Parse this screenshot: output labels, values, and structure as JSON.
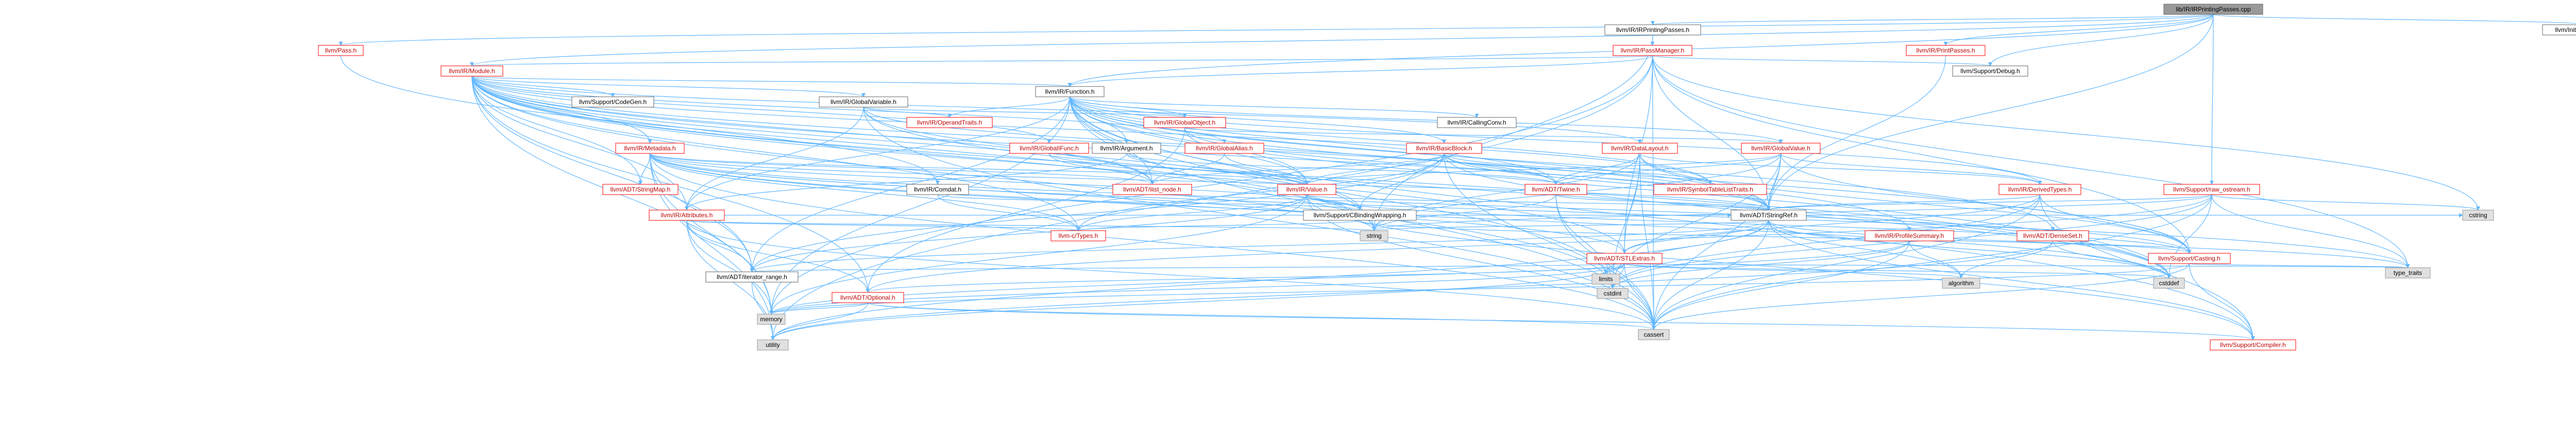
{
  "colors": {
    "root_fill": "#999999",
    "root_border": "#666666",
    "normal_fill": "#ffffff",
    "normal_border": "#666666",
    "red_border": "#ff0000",
    "sys_fill": "#e0e0e0",
    "sys_border": "#999999",
    "edge": "#63b8ff",
    "text": "#000000",
    "red_text": "#bf0000"
  },
  "nodes": [
    {
      "id": "root",
      "label": "lib/IR/IRPrintingPasses.cpp",
      "style": "root"
    },
    {
      "id": "irprintingpasses_h",
      "label": "llvm/IR/IRPrintingPasses.h",
      "style": "normal"
    },
    {
      "id": "printpasses_h",
      "label": "llvm/IR/PrintPasses.h",
      "style": "red"
    },
    {
      "id": "initializepasses_h",
      "label": "llvm/InitializePasses.h",
      "style": "normal"
    },
    {
      "id": "pass_h",
      "label": "llvm/Pass.h",
      "style": "red"
    },
    {
      "id": "passmanager_h",
      "label": "llvm/IR/PassManager.h",
      "style": "red"
    },
    {
      "id": "module_h",
      "label": "llvm/IR/Module.h",
      "style": "red"
    },
    {
      "id": "debug_h",
      "label": "llvm/Support/Debug.h",
      "style": "normal"
    },
    {
      "id": "function_h",
      "label": "llvm/IR/Function.h",
      "style": "normal"
    },
    {
      "id": "codegen_h",
      "label": "llvm/Support/CodeGen.h",
      "style": "normal"
    },
    {
      "id": "globalvariable_h",
      "label": "llvm/IR/GlobalVariable.h",
      "style": "normal"
    },
    {
      "id": "operandtraits_h",
      "label": "llvm/IR/OperandTraits.h",
      "style": "red"
    },
    {
      "id": "globalobject_h",
      "label": "llvm/IR/GlobalObject.h",
      "style": "red"
    },
    {
      "id": "callingconv_h",
      "label": "llvm/IR/CallingConv.h",
      "style": "normal"
    },
    {
      "id": "argument_h",
      "label": "llvm/IR/Argument.h",
      "style": "normal"
    },
    {
      "id": "metadata_h",
      "label": "llvm/IR/Metadata.h",
      "style": "red"
    },
    {
      "id": "globalifunc_h",
      "label": "llvm/IR/GlobalIFunc.h",
      "style": "red"
    },
    {
      "id": "globalalias_h",
      "label": "llvm/IR/GlobalAlias.h",
      "style": "red"
    },
    {
      "id": "basicblock_h",
      "label": "llvm/IR/BasicBlock.h",
      "style": "red"
    },
    {
      "id": "datalayout_h",
      "label": "llvm/IR/DataLayout.h",
      "style": "red"
    },
    {
      "id": "globalvalue_h",
      "label": "llvm/IR/GlobalValue.h",
      "style": "red"
    },
    {
      "id": "raw_ostream_h",
      "label": "llvm/Support/raw_ostream.h",
      "style": "red"
    },
    {
      "id": "stringmap_h",
      "label": "llvm/ADT/StringMap.h",
      "style": "red"
    },
    {
      "id": "attributes_h",
      "label": "llvm/IR/Attributes.h",
      "style": "red"
    },
    {
      "id": "comdat_h",
      "label": "llvm/IR/Comdat.h",
      "style": "normal"
    },
    {
      "id": "ilist_node_h",
      "label": "llvm/ADT/ilist_node.h",
      "style": "red"
    },
    {
      "id": "value_h",
      "label": "llvm/IR/Value.h",
      "style": "red"
    },
    {
      "id": "twine_h",
      "label": "llvm/ADT/Twine.h",
      "style": "red"
    },
    {
      "id": "symboltablelisttraits_h",
      "label": "llvm/IR/SymbolTableListTraits.h",
      "style": "red"
    },
    {
      "id": "derivedtypes_h",
      "label": "llvm/IR/DerivedTypes.h",
      "style": "red"
    },
    {
      "id": "cbindingwrapping_h",
      "label": "llvm/Support/CBindingWrapping.h",
      "style": "normal"
    },
    {
      "id": "stringref_h",
      "label": "llvm/ADT/StringRef.h",
      "style": "normal"
    },
    {
      "id": "ctypes_h",
      "label": "llvm-c/Types.h",
      "style": "red"
    },
    {
      "id": "string_sys",
      "label": "string",
      "style": "sys"
    },
    {
      "id": "stlextras_h",
      "label": "llvm/ADT/STLExtras.h",
      "style": "red"
    },
    {
      "id": "profilesummary_h",
      "label": "llvm/IR/ProfileSummary.h",
      "style": "red"
    },
    {
      "id": "densemap_h",
      "label": "llvm/ADT/DenseSet.h",
      "style": "red"
    },
    {
      "id": "casting_h",
      "label": "llvm/Support/Casting.h",
      "style": "red"
    },
    {
      "id": "cstring_sys",
      "label": "cstring",
      "style": "sys"
    },
    {
      "id": "iterator_range_h",
      "label": "llvm/ADT/iterator_range.h",
      "style": "normal"
    },
    {
      "id": "optional_h",
      "label": "llvm/ADT/Optional.h",
      "style": "red"
    },
    {
      "id": "cstdint_sys",
      "label": "cstdint",
      "style": "sys"
    },
    {
      "id": "limits_sys",
      "label": "limits",
      "style": "sys"
    },
    {
      "id": "algorithm_sys",
      "label": "algorithm",
      "style": "sys"
    },
    {
      "id": "cstddef_sys",
      "label": "cstddef",
      "style": "sys"
    },
    {
      "id": "type_traits_sys",
      "label": "type_traits",
      "style": "sys"
    },
    {
      "id": "memory_sys",
      "label": "memory",
      "style": "sys"
    },
    {
      "id": "utility_sys",
      "label": "utility",
      "style": "sys"
    },
    {
      "id": "cassert_sys",
      "label": "cassert",
      "style": "sys"
    },
    {
      "id": "compiler_h",
      "label": "llvm/Support/Compiler.h",
      "style": "red"
    }
  ],
  "edges": [
    [
      "root",
      "irprintingpasses_h"
    ],
    [
      "root",
      "printpasses_h"
    ],
    [
      "root",
      "initializepasses_h"
    ],
    [
      "root",
      "pass_h"
    ],
    [
      "root",
      "module_h"
    ],
    [
      "root",
      "function_h"
    ],
    [
      "root",
      "debug_h"
    ],
    [
      "root",
      "raw_ostream_h"
    ],
    [
      "root",
      "stringref_h"
    ],
    [
      "irprintingpasses_h",
      "passmanager_h"
    ],
    [
      "irprintingpasses_h",
      "string_sys"
    ],
    [
      "passmanager_h",
      "module_h"
    ],
    [
      "passmanager_h",
      "function_h"
    ],
    [
      "passmanager_h",
      "debug_h"
    ],
    [
      "passmanager_h",
      "stringref_h"
    ],
    [
      "passmanager_h",
      "casting_h"
    ],
    [
      "passmanager_h",
      "memory_sys"
    ],
    [
      "passmanager_h",
      "cstring_sys"
    ],
    [
      "passmanager_h",
      "type_traits_sys"
    ],
    [
      "passmanager_h",
      "utility_sys"
    ],
    [
      "passmanager_h",
      "cassert_sys"
    ],
    [
      "passmanager_h",
      "stlextras_h"
    ],
    [
      "pass_h",
      "string_sys"
    ],
    [
      "printpasses_h",
      "stringref_h"
    ],
    [
      "module_h",
      "function_h"
    ],
    [
      "module_h",
      "codegen_h"
    ],
    [
      "module_h",
      "globalvariable_h"
    ],
    [
      "module_h",
      "metadata_h"
    ],
    [
      "module_h",
      "globalifunc_h"
    ],
    [
      "module_h",
      "globalalias_h"
    ],
    [
      "module_h",
      "stringmap_h"
    ],
    [
      "module_h",
      "attributes_h"
    ],
    [
      "module_h",
      "comdat_h"
    ],
    [
      "module_h",
      "ilist_node_h"
    ],
    [
      "module_h",
      "stringref_h"
    ],
    [
      "module_h",
      "cbindingwrapping_h"
    ],
    [
      "module_h",
      "ctypes_h"
    ],
    [
      "module_h",
      "iterator_range_h"
    ],
    [
      "module_h",
      "optional_h"
    ],
    [
      "module_h",
      "stlextras_h"
    ],
    [
      "module_h",
      "memory_sys"
    ],
    [
      "module_h",
      "cstddef_sys"
    ],
    [
      "module_h",
      "string_sys"
    ],
    [
      "module_h",
      "cstdint_sys"
    ],
    [
      "module_h",
      "datalayout_h"
    ],
    [
      "module_h",
      "symboltablelisttraits_h"
    ],
    [
      "module_h",
      "profilesummary_h"
    ],
    [
      "function_h",
      "operandtraits_h"
    ],
    [
      "function_h",
      "globalobject_h"
    ],
    [
      "function_h",
      "callingconv_h"
    ],
    [
      "function_h",
      "argument_h"
    ],
    [
      "function_h",
      "basicblock_h"
    ],
    [
      "function_h",
      "globalvalue_h"
    ],
    [
      "function_h",
      "attributes_h"
    ],
    [
      "function_h",
      "value_h"
    ],
    [
      "function_h",
      "twine_h"
    ],
    [
      "function_h",
      "derivedtypes_h"
    ],
    [
      "function_h",
      "symboltablelisttraits_h"
    ],
    [
      "function_h",
      "ilist_node_h"
    ],
    [
      "function_h",
      "stringref_h"
    ],
    [
      "function_h",
      "casting_h"
    ],
    [
      "function_h",
      "densemap_h"
    ],
    [
      "function_h",
      "iterator_range_h"
    ],
    [
      "function_h",
      "compiler_h"
    ],
    [
      "function_h",
      "cassert_sys"
    ],
    [
      "function_h",
      "cstddef_sys"
    ],
    [
      "function_h",
      "cstdint_sys"
    ],
    [
      "function_h",
      "memory_sys"
    ],
    [
      "function_h",
      "string_sys"
    ],
    [
      "globalvariable_h",
      "globalobject_h"
    ],
    [
      "globalvariable_h",
      "operandtraits_h"
    ],
    [
      "globalvariable_h",
      "attributes_h"
    ],
    [
      "globalvariable_h",
      "twine_h"
    ],
    [
      "globalvariable_h",
      "ilist_node_h"
    ],
    [
      "globalvariable_h",
      "cassert_sys"
    ],
    [
      "globalvariable_h",
      "cstddef_sys"
    ],
    [
      "globalobject_h",
      "globalvalue_h"
    ],
    [
      "globalobject_h",
      "value_h"
    ],
    [
      "globalobject_h",
      "stringref_h"
    ],
    [
      "globalobject_h",
      "optional_h"
    ],
    [
      "argument_h",
      "attributes_h"
    ],
    [
      "argument_h",
      "value_h"
    ],
    [
      "argument_h",
      "twine_h"
    ],
    [
      "metadata_h",
      "value_h"
    ],
    [
      "metadata_h",
      "stringref_h"
    ],
    [
      "metadata_h",
      "stringmap_h"
    ],
    [
      "metadata_h",
      "ilist_node_h"
    ],
    [
      "metadata_h",
      "iterator_range_h"
    ],
    [
      "metadata_h",
      "stlextras_h"
    ],
    [
      "metadata_h",
      "casting_h"
    ],
    [
      "metadata_h",
      "cbindingwrapping_h"
    ],
    [
      "metadata_h",
      "ctypes_h"
    ],
    [
      "metadata_h",
      "memory_sys"
    ],
    [
      "metadata_h",
      "utility_sys"
    ],
    [
      "metadata_h",
      "string_sys"
    ],
    [
      "metadata_h",
      "cstddef_sys"
    ],
    [
      "metadata_h",
      "cassert_sys"
    ],
    [
      "metadata_h",
      "type_traits_sys"
    ],
    [
      "globalifunc_h",
      "value_h"
    ],
    [
      "globalifunc_h",
      "ilist_node_h"
    ],
    [
      "globalalias_h",
      "value_h"
    ],
    [
      "globalalias_h",
      "ilist_node_h"
    ],
    [
      "basicblock_h",
      "value_h"
    ],
    [
      "basicblock_h",
      "twine_h"
    ],
    [
      "basicblock_h",
      "ilist_node_h"
    ],
    [
      "basicblock_h",
      "symboltablelisttraits_h"
    ],
    [
      "basicblock_h",
      "stringref_h"
    ],
    [
      "basicblock_h",
      "cbindingwrapping_h"
    ],
    [
      "basicblock_h",
      "ctypes_h"
    ],
    [
      "basicblock_h",
      "iterator_range_h"
    ],
    [
      "basicblock_h",
      "cassert_sys"
    ],
    [
      "basicblock_h",
      "cstddef_sys"
    ],
    [
      "datalayout_h",
      "derivedtypes_h"
    ],
    [
      "datalayout_h",
      "stringref_h"
    ],
    [
      "datalayout_h",
      "twine_h"
    ],
    [
      "datalayout_h",
      "casting_h"
    ],
    [
      "datalayout_h",
      "stlextras_h"
    ],
    [
      "datalayout_h",
      "cassert_sys"
    ],
    [
      "datalayout_h",
      "cstdint_sys"
    ],
    [
      "datalayout_h",
      "string_sys"
    ],
    [
      "globalvalue_h",
      "value_h"
    ],
    [
      "globalvalue_h",
      "derivedtypes_h"
    ],
    [
      "globalvalue_h",
      "stringref_h"
    ],
    [
      "globalvalue_h",
      "twine_h"
    ],
    [
      "globalvalue_h",
      "casting_h"
    ],
    [
      "globalvalue_h",
      "cassert_sys"
    ],
    [
      "globalvalue_h",
      "cstdint_sys"
    ],
    [
      "globalvalue_h",
      "string_sys"
    ],
    [
      "raw_ostream_h",
      "stringref_h"
    ],
    [
      "raw_ostream_h",
      "optional_h"
    ],
    [
      "raw_ostream_h",
      "cassert_sys"
    ],
    [
      "raw_ostream_h",
      "cstddef_sys"
    ],
    [
      "raw_ostream_h",
      "cstdint_sys"
    ],
    [
      "raw_ostream_h",
      "cstring_sys"
    ],
    [
      "raw_ostream_h",
      "string_sys"
    ],
    [
      "raw_ostream_h",
      "type_traits_sys"
    ],
    [
      "attributes_h",
      "stringref_h"
    ],
    [
      "attributes_h",
      "optional_h"
    ],
    [
      "attributes_h",
      "iterator_range_h"
    ],
    [
      "attributes_h",
      "ctypes_h"
    ],
    [
      "attributes_h",
      "cassert_sys"
    ],
    [
      "attributes_h",
      "utility_sys"
    ],
    [
      "attributes_h",
      "string_sys"
    ],
    [
      "attributes_h",
      "memory_sys"
    ],
    [
      "comdat_h",
      "ctypes_h"
    ],
    [
      "comdat_h",
      "cbindingwrapping_h"
    ],
    [
      "value_h",
      "stringref_h"
    ],
    [
      "value_h",
      "iterator_range_h"
    ],
    [
      "value_h",
      "casting_h"
    ],
    [
      "value_h",
      "cbindingwrapping_h"
    ],
    [
      "value_h",
      "ctypes_h"
    ],
    [
      "value_h",
      "compiler_h"
    ],
    [
      "value_h",
      "cassert_sys"
    ],
    [
      "value_h",
      "memory_sys"
    ],
    [
      "twine_h",
      "stringref_h"
    ],
    [
      "twine_h",
      "cassert_sys"
    ],
    [
      "twine_h",
      "cstdint_sys"
    ],
    [
      "twine_h",
      "string_sys"
    ],
    [
      "derivedtypes_h",
      "stringref_h"
    ],
    [
      "derivedtypes_h",
      "stlextras_h"
    ],
    [
      "derivedtypes_h",
      "casting_h"
    ],
    [
      "derivedtypes_h",
      "compiler_h"
    ],
    [
      "derivedtypes_h",
      "cassert_sys"
    ],
    [
      "derivedtypes_h",
      "cstdint_sys"
    ],
    [
      "cbindingwrapping_h",
      "ctypes_h"
    ],
    [
      "cbindingwrapping_h",
      "casting_h"
    ],
    [
      "stringref_h",
      "stlextras_h"
    ],
    [
      "stringref_h",
      "compiler_h"
    ],
    [
      "stringref_h",
      "algorithm_sys"
    ],
    [
      "stringref_h",
      "cassert_sys"
    ],
    [
      "stringref_h",
      "cstddef_sys"
    ],
    [
      "stringref_h",
      "cstring_sys"
    ],
    [
      "stringref_h",
      "limits_sys"
    ],
    [
      "stringref_h",
      "string_sys"
    ],
    [
      "stringref_h",
      "type_traits_sys"
    ],
    [
      "stringref_h",
      "utility_sys"
    ],
    [
      "stringref_h",
      "iterator_range_h"
    ],
    [
      "stlextras_h",
      "optional_h"
    ],
    [
      "stlextras_h",
      "iterator_range_h"
    ],
    [
      "stlextras_h",
      "algorithm_sys"
    ],
    [
      "stlextras_h",
      "cassert_sys"
    ],
    [
      "stlextras_h",
      "cstddef_sys"
    ],
    [
      "stlextras_h",
      "cstdint_sys"
    ],
    [
      "stlextras_h",
      "limits_sys"
    ],
    [
      "stlextras_h",
      "memory_sys"
    ],
    [
      "stlextras_h",
      "type_traits_sys"
    ],
    [
      "stlextras_h",
      "utility_sys"
    ],
    [
      "profilesummary_h",
      "algorithm_sys"
    ],
    [
      "profilesummary_h",
      "cassert_sys"
    ],
    [
      "profilesummary_h",
      "cstdint_sys"
    ],
    [
      "profilesummary_h",
      "memory_sys"
    ],
    [
      "densemap_h",
      "algorithm_sys"
    ],
    [
      "densemap_h",
      "cstddef_sys"
    ],
    [
      "densemap_h",
      "utility_sys"
    ],
    [
      "casting_h",
      "compiler_h"
    ],
    [
      "casting_h",
      "cassert_sys"
    ],
    [
      "casting_h",
      "memory_sys"
    ],
    [
      "casting_h",
      "type_traits_sys"
    ],
    [
      "iterator_range_h",
      "utility_sys"
    ],
    [
      "optional_h",
      "compiler_h"
    ],
    [
      "optional_h",
      "cassert_sys"
    ],
    [
      "optional_h",
      "utility_sys"
    ],
    [
      "optional_h",
      "memory_sys"
    ]
  ]
}
